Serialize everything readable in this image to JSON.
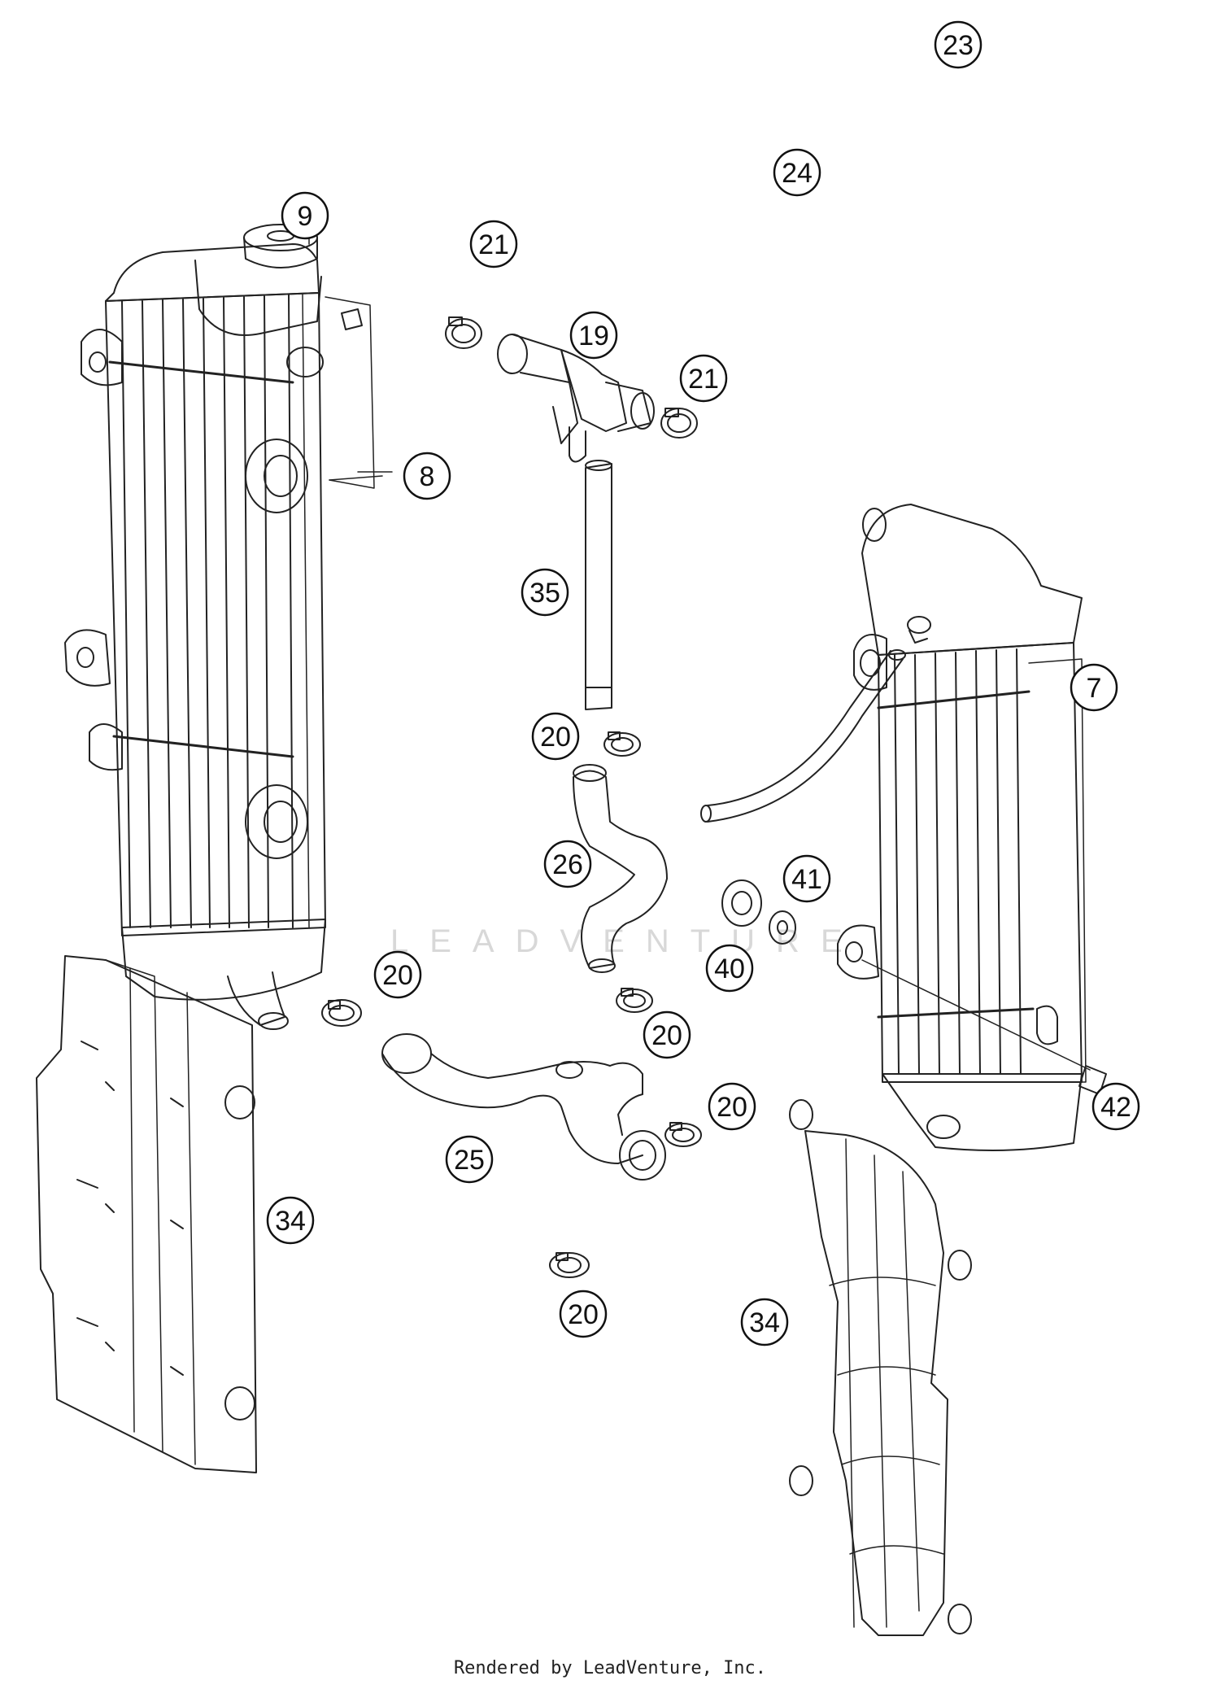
{
  "diagram": {
    "callouts": [
      {
        "id": "c9",
        "label": "9"
      },
      {
        "id": "c8",
        "label": "8"
      },
      {
        "id": "c21a",
        "label": "21"
      },
      {
        "id": "c19",
        "label": "19"
      },
      {
        "id": "c21b",
        "label": "21"
      },
      {
        "id": "c23",
        "label": "23"
      },
      {
        "id": "c24",
        "label": "24"
      },
      {
        "id": "c35",
        "label": "35"
      },
      {
        "id": "c20a",
        "label": "20"
      },
      {
        "id": "c26",
        "label": "26"
      },
      {
        "id": "c7",
        "label": "7"
      },
      {
        "id": "c41",
        "label": "41"
      },
      {
        "id": "c40",
        "label": "40"
      },
      {
        "id": "c20b",
        "label": "20"
      },
      {
        "id": "c20c",
        "label": "20"
      },
      {
        "id": "c20d",
        "label": "20"
      },
      {
        "id": "c25",
        "label": "25"
      },
      {
        "id": "c42",
        "label": "42"
      },
      {
        "id": "c34a",
        "label": "34"
      },
      {
        "id": "c34b",
        "label": "34"
      },
      {
        "id": "c20e",
        "label": "20"
      }
    ]
  },
  "watermark": "LEADVENTURE",
  "footer": {
    "credit": "Rendered by LeadVenture, Inc."
  }
}
